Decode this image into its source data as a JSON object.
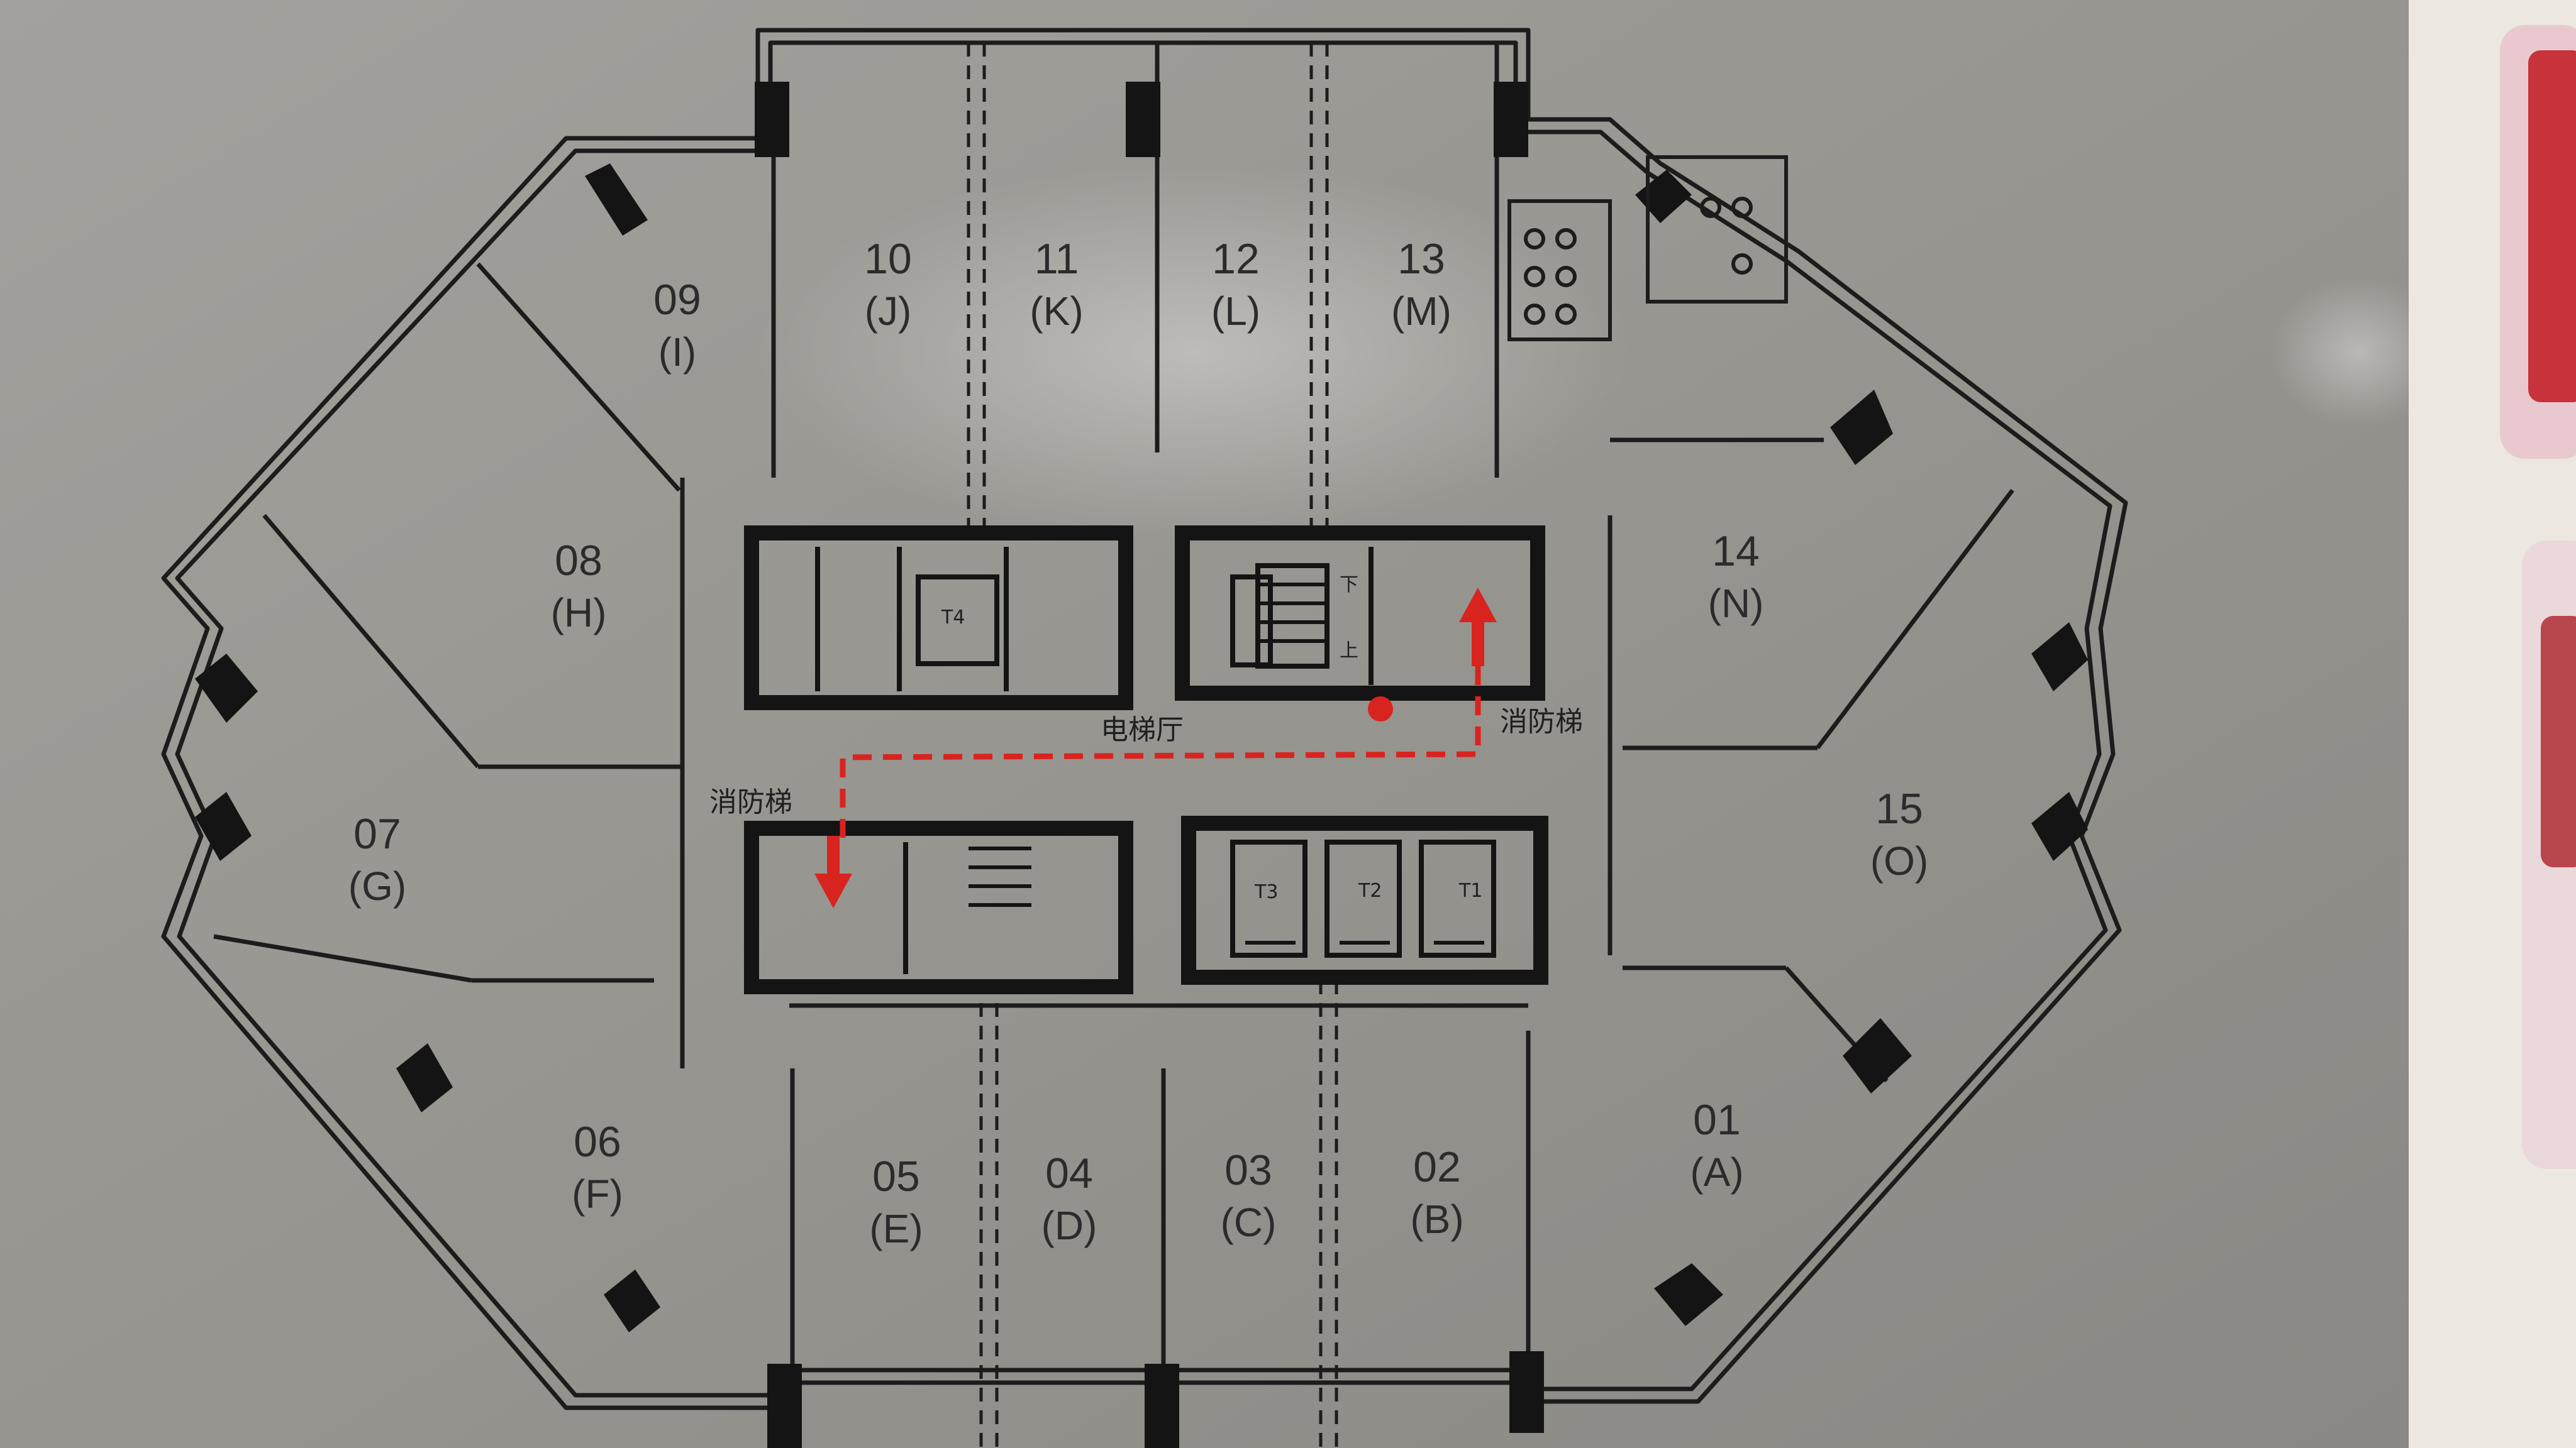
{
  "colors": {
    "plate": "#9a9894",
    "plate_dark": "#7e7c78",
    "line": "#1c1c1c",
    "route": "#d9231f",
    "paper": "#efeae2",
    "paper_red": "#c8323a"
  },
  "icons": [
    "restroom-icon",
    "arrow-up-icon",
    "arrow-down-icon",
    "you-are-here-dot-icon"
  ],
  "rooms": [
    {
      "number": "01",
      "letter": "(A)"
    },
    {
      "number": "02",
      "letter": "(B)"
    },
    {
      "number": "03",
      "letter": "(C)"
    },
    {
      "number": "04",
      "letter": "(D)"
    },
    {
      "number": "05",
      "letter": "(E)"
    },
    {
      "number": "06",
      "letter": "(F)"
    },
    {
      "number": "07",
      "letter": "(G)"
    },
    {
      "number": "08",
      "letter": "(H)"
    },
    {
      "number": "09",
      "letter": "(I)"
    },
    {
      "number": "10",
      "letter": "(J)"
    },
    {
      "number": "11",
      "letter": "(K)"
    },
    {
      "number": "12",
      "letter": "(L)"
    },
    {
      "number": "13",
      "letter": "(M)"
    },
    {
      "number": "14",
      "letter": "(N)"
    },
    {
      "number": "15",
      "letter": "(O)"
    }
  ],
  "labels": {
    "elevator_hall": "电梯厅",
    "fire_elevator_right": "消防梯",
    "fire_elevator_left": "消防梯",
    "stair_down": "下",
    "stair_up": "上"
  },
  "elevators": [
    "T4",
    "T3",
    "T2",
    "T1"
  ]
}
